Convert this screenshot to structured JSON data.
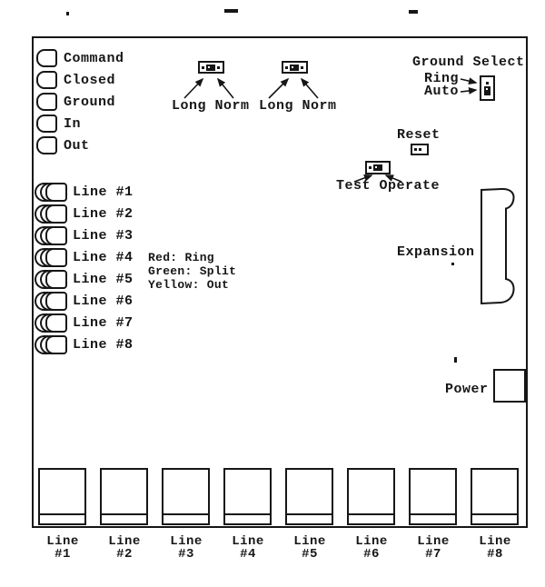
{
  "colors": {
    "ink": "#161616",
    "paper": "#ffffff"
  },
  "status_leds": [
    "Command",
    "Closed",
    "Ground",
    "In",
    "Out"
  ],
  "line_leds": [
    "Line #1",
    "Line #2",
    "Line #3",
    "Line #4",
    "Line #5",
    "Line #6",
    "Line #7",
    "Line #8"
  ],
  "jumpers": {
    "long_norm_left": "Long Norm",
    "long_norm_right": "Long Norm",
    "ground_select": {
      "title": "Ground Select",
      "option_ring": "Ring",
      "option_auto": "Auto"
    },
    "reset_label": "Reset",
    "test_operate_label": "Test Operate"
  },
  "legend": [
    "Red: Ring",
    "Green: Split",
    "Yellow: Out"
  ],
  "expansion_label": "Expansion",
  "power_label": "Power",
  "bottom_ports": [
    {
      "top": "Line",
      "bottom": "#1"
    },
    {
      "top": "Line",
      "bottom": "#2"
    },
    {
      "top": "Line",
      "bottom": "#3"
    },
    {
      "top": "Line",
      "bottom": "#4"
    },
    {
      "top": "Line",
      "bottom": "#5"
    },
    {
      "top": "Line",
      "bottom": "#6"
    },
    {
      "top": "Line",
      "bottom": "#7"
    },
    {
      "top": "Line",
      "bottom": "#8"
    }
  ]
}
